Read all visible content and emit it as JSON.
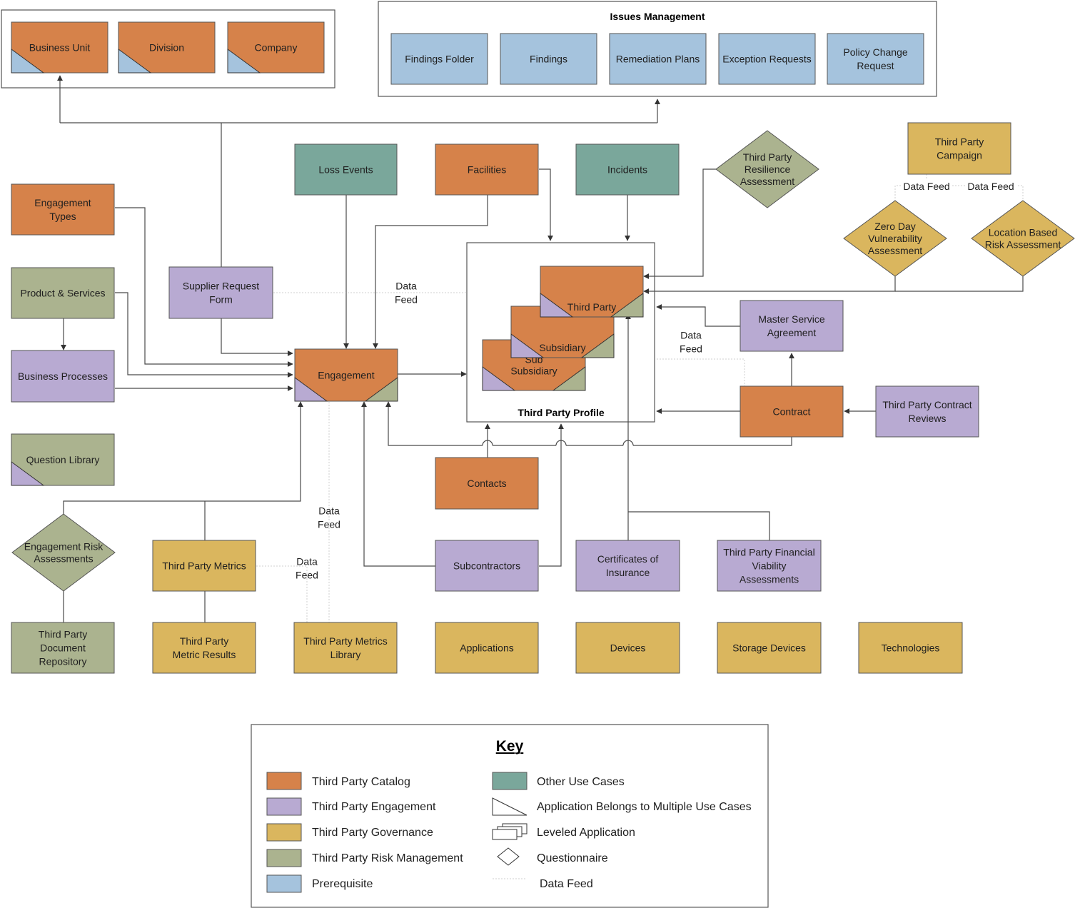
{
  "colors": {
    "catalog": "#d6824a",
    "engagement": "#b8aad2",
    "governance": "#dab65e",
    "risk": "#abb38f",
    "prereq": "#a5c3dd",
    "other": "#7aa79b",
    "line": "#4a4a4a"
  },
  "groups": {
    "issues_title": "Issues Management",
    "profile_title": "Third Party Profile"
  },
  "nodes": {
    "business_unit": [
      "Business Unit"
    ],
    "division": [
      "Division"
    ],
    "company": [
      "Company"
    ],
    "findings_folder": [
      "Findings Folder"
    ],
    "findings": [
      "Findings"
    ],
    "remediation_plans": [
      "Remediation Plans"
    ],
    "exception_requests": [
      "Exception Requests"
    ],
    "policy_change_request": [
      "Policy Change",
      "Request"
    ],
    "loss_events": [
      "Loss Events"
    ],
    "facilities": [
      "Facilities"
    ],
    "incidents": [
      "Incidents"
    ],
    "tp_resilience": [
      "Third Party",
      "Resilience",
      "Assessment"
    ],
    "tp_campaign": [
      "Third Party",
      "Campaign"
    ],
    "zero_day": [
      "Zero Day",
      "Vulnerability",
      "Assessment"
    ],
    "location_risk": [
      "Location Based",
      "Risk Assessment"
    ],
    "engagement_types": [
      "Engagement",
      "Types"
    ],
    "product_services": [
      "Product & Services"
    ],
    "supplier_request": [
      "Supplier Request",
      "Form"
    ],
    "business_processes": [
      "Business Processes"
    ],
    "engagement": [
      "Engagement"
    ],
    "third_party": [
      "Third Party"
    ],
    "subsidiary": [
      "Subsidiary"
    ],
    "sub_subsidiary": [
      "Sub",
      "Subsidiary"
    ],
    "msa": [
      "Master Service",
      "Agreement"
    ],
    "contract": [
      "Contract"
    ],
    "tp_contract_reviews": [
      "Third Party Contract",
      "Reviews"
    ],
    "question_library": [
      "Question Library"
    ],
    "contacts": [
      "Contacts"
    ],
    "engagement_risk": [
      "Engagement Risk",
      "Assessments"
    ],
    "tp_metrics": [
      "Third Party Metrics"
    ],
    "subcontractors": [
      "Subcontractors"
    ],
    "certificates": [
      "Certificates of",
      "Insurance"
    ],
    "tp_financial": [
      "Third Party Financial",
      "Viability",
      "Assessments"
    ],
    "tp_doc_repo": [
      "Third Party",
      "Document",
      "Repository"
    ],
    "tp_metric_results": [
      "Third Party",
      "Metric Results"
    ],
    "tp_metrics_library": [
      "Third Party Metrics",
      "Library"
    ],
    "applications": [
      "Applications"
    ],
    "devices": [
      "Devices"
    ],
    "storage_devices": [
      "Storage Devices"
    ],
    "technologies": [
      "Technologies"
    ]
  },
  "feed_labels": {
    "campaign_left": [
      "Data Feed"
    ],
    "campaign_right": [
      "Data Feed"
    ],
    "supplier_feed": [
      "Data",
      "Feed"
    ],
    "msa_feed": [
      "Data",
      "Feed"
    ],
    "metrics_library_feed": [
      "Data",
      "Feed"
    ],
    "metrics_feed": [
      "Data",
      "Feed"
    ]
  },
  "key": {
    "title": "Key",
    "items": {
      "catalog": "Third Party Catalog",
      "engagement": "Third Party Engagement",
      "governance": "Third Party Governance",
      "risk": "Third Party Risk Management",
      "prereq": "Prerequisite",
      "other": "Other Use Cases",
      "multi": "Application Belongs to Multiple Use Cases",
      "leveled": "Leveled Application",
      "questionnaire": "Questionnaire",
      "datafeed": "Data Feed"
    }
  }
}
